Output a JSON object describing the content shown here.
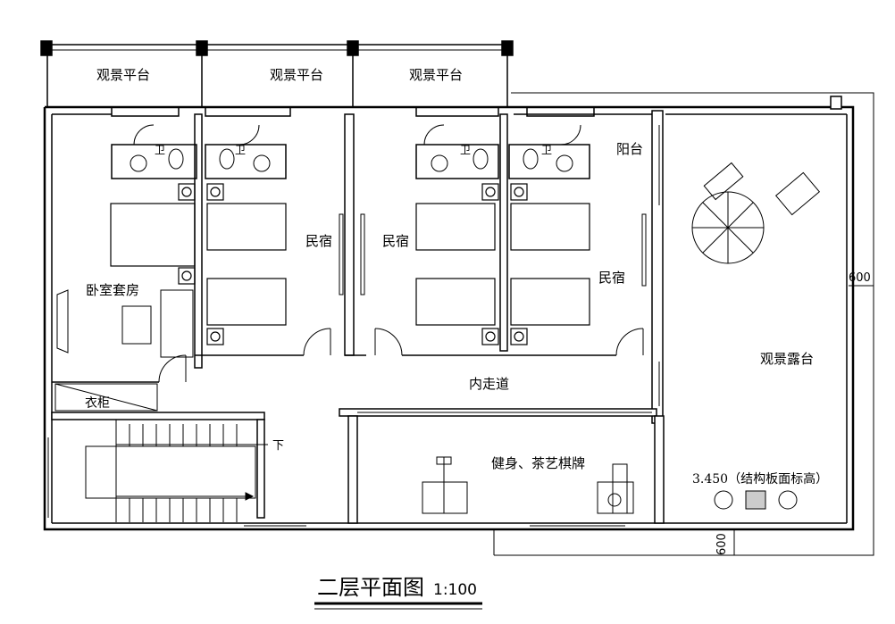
{
  "drawing": {
    "title": "二层平面图",
    "scale": "1:100",
    "level_note": "3.450（结构板面标高）",
    "dim_east": "600",
    "dim_south": "600"
  },
  "rooms": {
    "viewing_platform": "观景平台",
    "wc": "卫",
    "balcony": "阳台",
    "homestay": "民宿",
    "master_suite": "卧室套房",
    "wardrobe": "衣柜",
    "corridor": "内走道",
    "gym_tea": "健身、茶艺棋牌",
    "terrace": "观景露台",
    "stair_down": "下"
  }
}
